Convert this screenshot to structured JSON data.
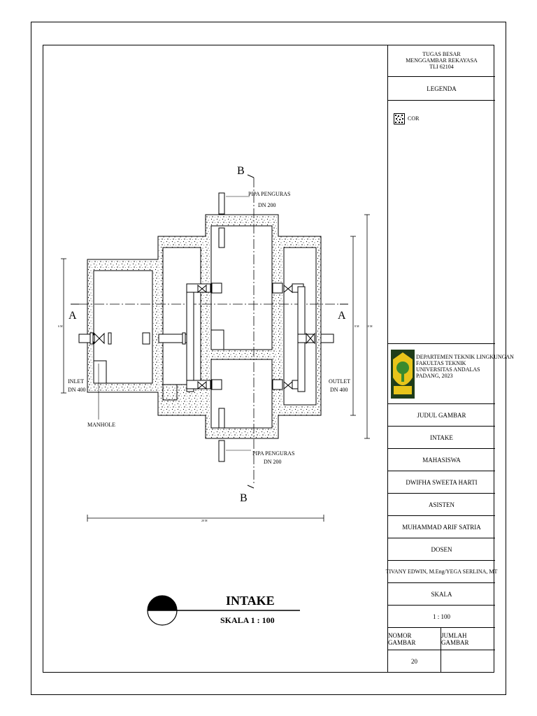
{
  "title_block": {
    "course_line1": "TUGAS BESAR",
    "course_line2": "MENGGAMBAR REKAYASA",
    "course_line3": "TLI 62104",
    "legend_title": "LEGENDA",
    "legend_item_label": "COR",
    "institution_line1": "DEPARTEMEN TEKNIK LINGKUNGAN",
    "institution_line2": "FAKULTAS TEKNIK",
    "institution_line3": "UNIVERSITAS ANDALAS",
    "institution_line4": "PADANG, 2023",
    "drawing_title_label": "JUDUL GAMBAR",
    "drawing_title": "INTAKE",
    "student_label": "MAHASISWA",
    "student_name": "DWIFHA SWEETA HARTI",
    "assistant_label": "ASISTEN",
    "assistant_name": "MUHAMMAD ARIF SATRIA",
    "lecturer_label": "DOSEN",
    "lecturer_name": "TIVANY EDWIN, M.Eng/YEGA SERLINA, MT",
    "scale_label": "SKALA",
    "scale_value": "1 : 100",
    "drawing_number_label": "NOMOR GAMBAR",
    "drawing_count_label": "JUMLAH GAMBAR",
    "drawing_number": "20",
    "drawing_count": ""
  },
  "drawing": {
    "section_b_top": "B",
    "section_b_bottom": "B",
    "section_a_left": "A",
    "section_a_right": "A",
    "drain_pipe_top_line1": "PIPA PENGURAS",
    "drain_pipe_top_line2": "DN 200",
    "drain_pipe_bottom_line1": "PIPA PENGURAS",
    "drain_pipe_bottom_line2": "DN 200",
    "inlet_line1": "INLET",
    "inlet_line2": "DN 400",
    "outlet_line1": "OUTLET",
    "outlet_line2": "DN 400",
    "manhole_label": "MANHOLE",
    "dim_left": "6 M",
    "dim_right_inner": "8 M",
    "dim_right_outer": "10 M",
    "dim_bottom": "20 M",
    "main_title": "INTAKE",
    "main_scale": "SKALA 1 : 100"
  },
  "colors": {
    "line": "#000000",
    "background": "#ffffff",
    "logo_green": "#3a8a2e",
    "logo_yellow": "#e8c51a"
  }
}
